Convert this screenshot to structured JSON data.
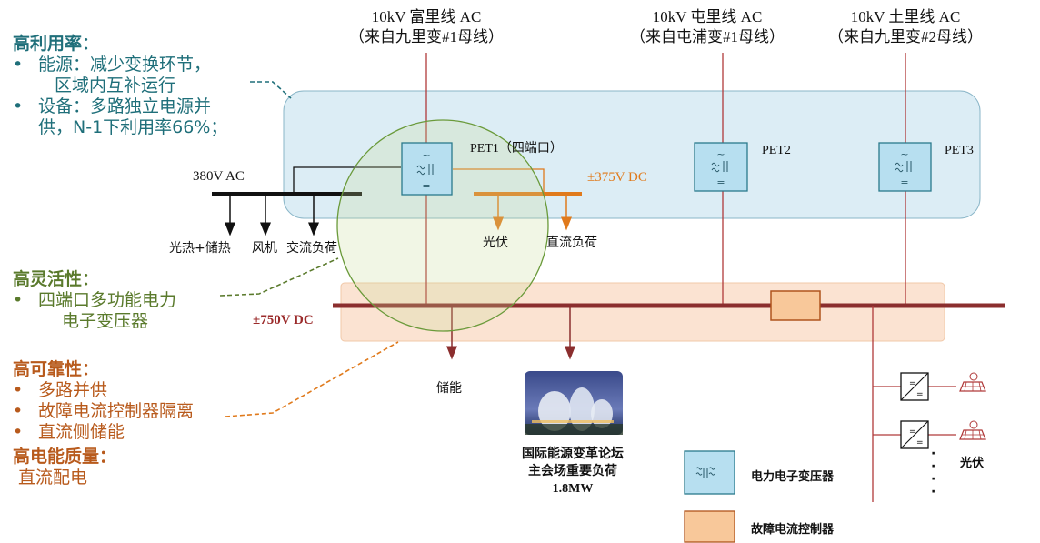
{
  "feeders": [
    {
      "line1": "10kV 富里线 AC",
      "line2": "（来自九里变#1母线）"
    },
    {
      "line1": "10kV 屯里线 AC",
      "line2": "（来自屯浦变#1母线）"
    },
    {
      "line1": "10kV 土里线 AC",
      "line2": "（来自九里变#2母线）"
    }
  ],
  "pets": [
    {
      "label": "PET1（四端口）"
    },
    {
      "label": "PET2"
    },
    {
      "label": "PET3"
    }
  ],
  "ac380": {
    "label": "380V AC",
    "loads": [
      "光热+储热",
      "风机",
      "交流负荷"
    ]
  },
  "dc375": {
    "label": "±375V DC",
    "loads": [
      "光伏",
      "直流负荷"
    ]
  },
  "dc750": {
    "label": "±750V DC",
    "storage_label": "储能"
  },
  "venue": {
    "title_line1": "国际能源变革论坛",
    "title_line2": "主会场重要负荷",
    "power": "1.8MW"
  },
  "pv_branch": {
    "dots": [
      "·",
      "·",
      "·",
      "·"
    ],
    "label": "光伏"
  },
  "legend": {
    "pet_label": "电力电子变压器",
    "fcc_label": "故障电流控制器"
  },
  "annotations": {
    "high_utilization": {
      "title": "高利用率",
      "colon": "：",
      "bullets": [
        {
          "bullet": "•",
          "line1": "能源：减少变换环节，",
          "line2": "区域内互补运行"
        },
        {
          "bullet": "•",
          "line1": "设备：多路独立电源并",
          "line2": "供，N-1下利用率66%；"
        }
      ]
    },
    "high_flexibility": {
      "title": "高灵活性",
      "colon": "：",
      "bullets": [
        {
          "bullet": "•",
          "line1": "四端口多功能电力",
          "line2": "电子变压器"
        }
      ]
    },
    "high_reliability": {
      "title": "高可靠性",
      "colon": "：",
      "bullets": [
        {
          "bullet": "•",
          "line1": "多路并供"
        },
        {
          "bullet": "•",
          "line1": "故障电流控制器隔离"
        },
        {
          "bullet": "•",
          "line1": "直流侧储能"
        }
      ]
    },
    "high_power_quality": {
      "title": "高电能质量：",
      "body": "直流配电"
    }
  },
  "colors": {
    "feeder_line": "#b03a3a",
    "dc750_bus": "#8b2e2e",
    "dc375_bus": "#e07a1c",
    "pet_fill": "#b7dff0",
    "pet_border": "#2a7a8c",
    "region_fill": "#dcedf5",
    "fcc_fill": "#f8c89a",
    "fcc_border": "#b0541c",
    "circle": "#6a9a3a",
    "dc750_band": "#fbe3d2",
    "teal_text": "#1f6f7a",
    "green_text": "#5a7a2c",
    "orange_text": "#b85a1c"
  },
  "icons": {
    "pet": "transformer-icon",
    "fcc": "fault-current-controller-icon",
    "converter": "dc-converter-icon",
    "solar": "solar-panel-icon",
    "venue": "conference-venue-image"
  }
}
